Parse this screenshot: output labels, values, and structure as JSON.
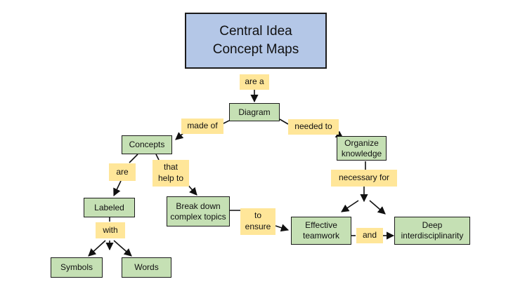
{
  "central": {
    "line1": "Central Idea",
    "line2": "Concept Maps"
  },
  "nodes": {
    "diagram": "Diagram",
    "concepts": "Concepts",
    "organize_line1": "Organize",
    "organize_line2": "knowledge",
    "labeled": "Labeled",
    "break_line1": "Break down",
    "break_line2": "complex topics",
    "symbols": "Symbols",
    "words": "Words",
    "teamwork_line1": "Effective",
    "teamwork_line2": "teamwork",
    "deep_line1": "Deep",
    "deep_line2": "interdisciplinarity"
  },
  "links": {
    "are_a": "are a",
    "made_of": "made of",
    "needed_to": "needed to",
    "are": "are",
    "that_line1": "that",
    "that_line2": "help to",
    "necessary_for": "necessary for",
    "with": "with",
    "to_line1": "to",
    "to_line2": "ensure",
    "and": "and"
  },
  "colors": {
    "central_fill": "#b4c7e7",
    "node_fill": "#c5e0b4",
    "link_fill": "#ffe699",
    "stroke": "#1b1b1b"
  }
}
